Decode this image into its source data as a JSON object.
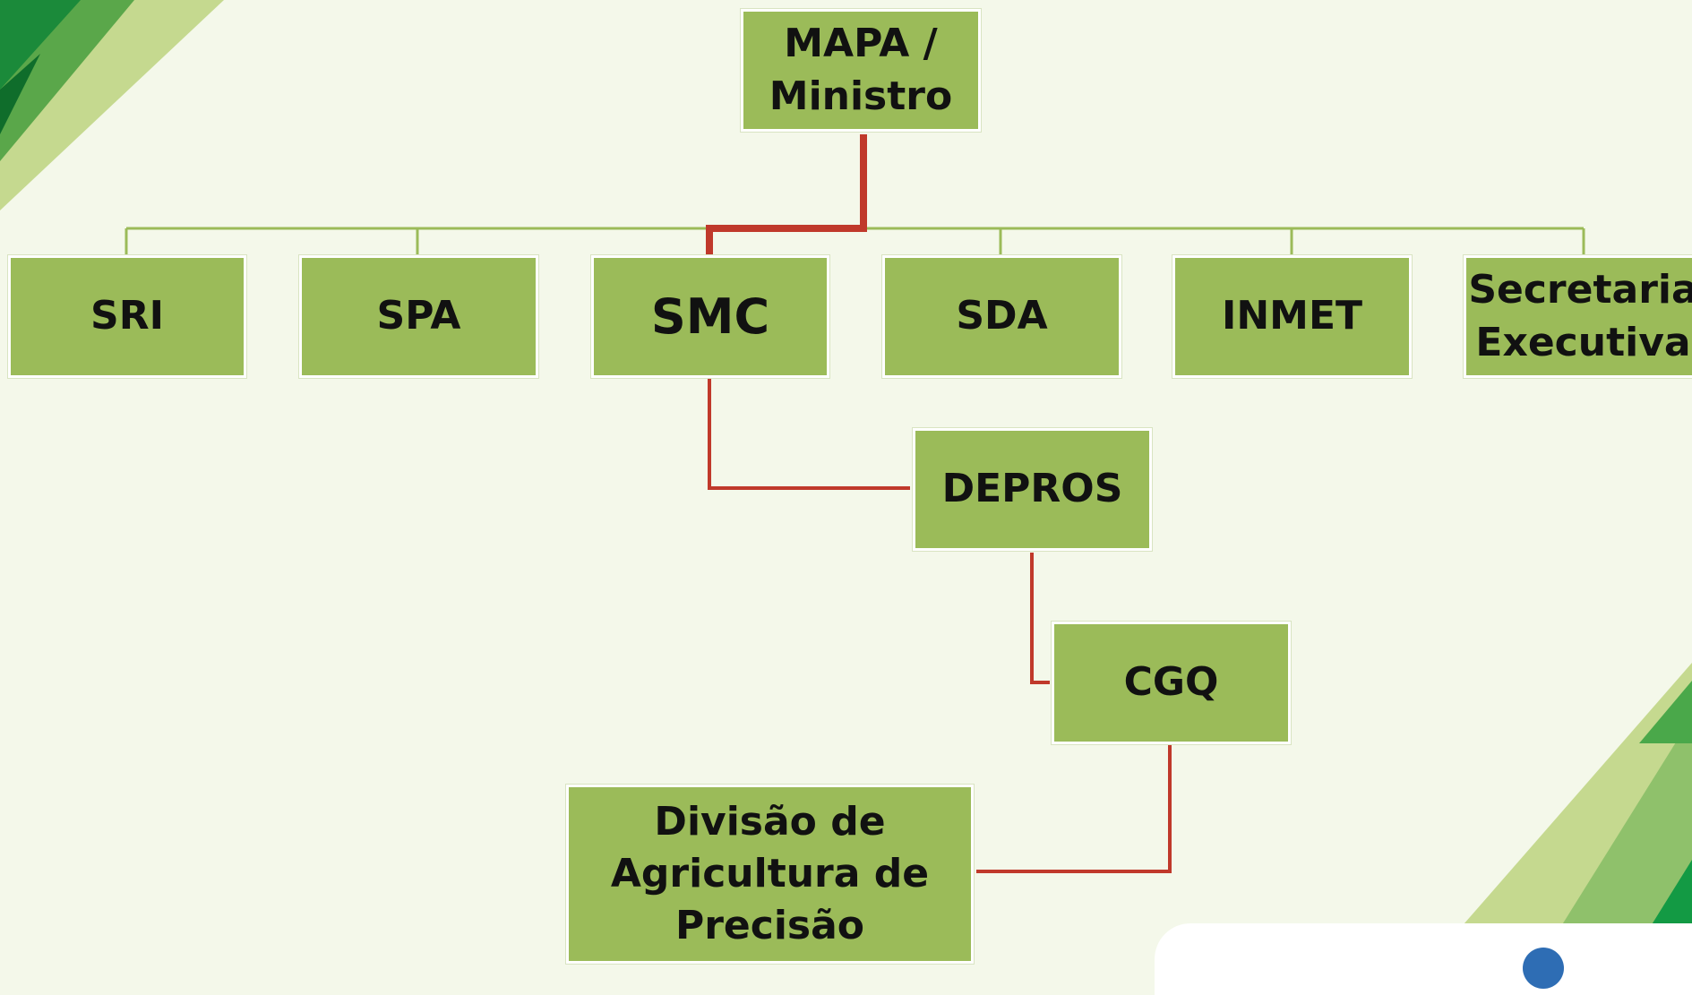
{
  "colors": {
    "node_fill": "#9bbb59",
    "node_border": "#ffffff",
    "primary_line": "#9bbb59",
    "highlight_line": "#c0392b",
    "background": "#f4f8ea"
  },
  "nodes": {
    "root": "MAPA /\nMinistro",
    "level1": [
      "SRI",
      "SPA",
      "SMC",
      "SDA",
      "INMET",
      "Secretaria\nExecutiva"
    ],
    "depros": "DEPROS",
    "cgq": "CGQ",
    "division": "Divisão de\nAgricultura de\nPrecisão"
  }
}
